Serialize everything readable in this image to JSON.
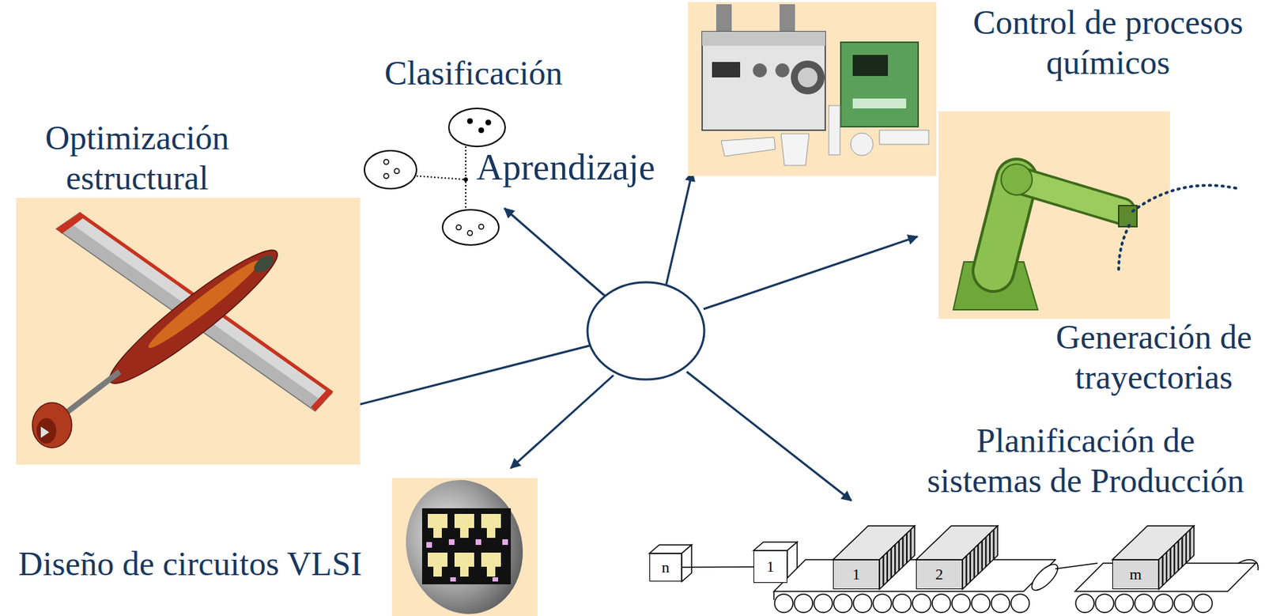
{
  "diagram": {
    "nodes": [
      {
        "text": [
          "n"
        ]
      },
      {
        "text": [
          "1"
        ]
      },
      {
        "text": [
          "1"
        ]
      },
      {
        "text": [
          "2"
        ]
      },
      {
        "text": [
          "m"
        ]
      }
    ],
    "edges": [
      {
        "from": 0,
        "to": 1,
        "arrow": "none"
      }
    ],
    "labels": [
      "Clasificación",
      "Aprendizaje",
      "Control de procesos químicos",
      "Optimización estructural",
      "Generación de trayectorias",
      "Diseño de circuitos VLSI",
      "Planificación de sistemas de Producción"
    ]
  }
}
